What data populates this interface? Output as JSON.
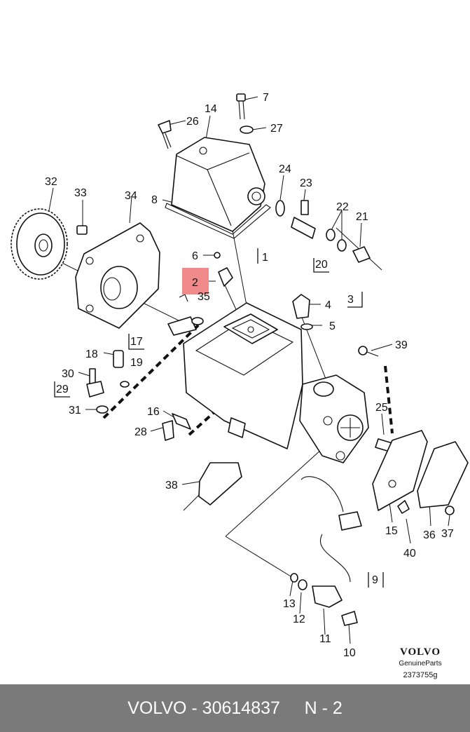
{
  "callouts": [
    {
      "id": "c7",
      "text": "7"
    },
    {
      "id": "c14",
      "text": "14"
    },
    {
      "id": "c26",
      "text": "26"
    },
    {
      "id": "c27",
      "text": "27"
    },
    {
      "id": "c24",
      "text": "24"
    },
    {
      "id": "c23",
      "text": "23"
    },
    {
      "id": "c22",
      "text": "22"
    },
    {
      "id": "c21",
      "text": "21"
    },
    {
      "id": "c8",
      "text": "8"
    },
    {
      "id": "c32",
      "text": "32"
    },
    {
      "id": "c33",
      "text": "33"
    },
    {
      "id": "c34",
      "text": "34"
    },
    {
      "id": "c6",
      "text": "6"
    },
    {
      "id": "c1",
      "text": "1"
    },
    {
      "id": "c20",
      "text": "20"
    },
    {
      "id": "c2",
      "text": "2"
    },
    {
      "id": "c35",
      "text": "35"
    },
    {
      "id": "c4",
      "text": "4"
    },
    {
      "id": "c3",
      "text": "3"
    },
    {
      "id": "c5",
      "text": "5"
    },
    {
      "id": "c17",
      "text": "17"
    },
    {
      "id": "c18",
      "text": "18"
    },
    {
      "id": "c19",
      "text": "19"
    },
    {
      "id": "c30",
      "text": "30"
    },
    {
      "id": "c29",
      "text": "29"
    },
    {
      "id": "c31",
      "text": "31"
    },
    {
      "id": "c39",
      "text": "39"
    },
    {
      "id": "c16",
      "text": "16"
    },
    {
      "id": "c28",
      "text": "28"
    },
    {
      "id": "c25",
      "text": "25"
    },
    {
      "id": "c38",
      "text": "38"
    },
    {
      "id": "c15",
      "text": "15"
    },
    {
      "id": "c40",
      "text": "40"
    },
    {
      "id": "c36",
      "text": "36"
    },
    {
      "id": "c37",
      "text": "37"
    },
    {
      "id": "c9",
      "text": "9"
    },
    {
      "id": "c13",
      "text": "13"
    },
    {
      "id": "c12",
      "text": "12"
    },
    {
      "id": "c11",
      "text": "11"
    },
    {
      "id": "c10",
      "text": "10"
    }
  ],
  "highlight": {
    "text": "2",
    "color": "#f08a8a"
  },
  "brand": {
    "logo": "VOLVO",
    "subtitle": "GenuineParts",
    "code": "2373755g"
  },
  "footer": {
    "text": "VOLVO - 30614837     N - 2"
  },
  "colors": {
    "footer_bg": "#7a7a7a",
    "footer_text": "#ffffff",
    "highlight": "#f08a8a"
  }
}
